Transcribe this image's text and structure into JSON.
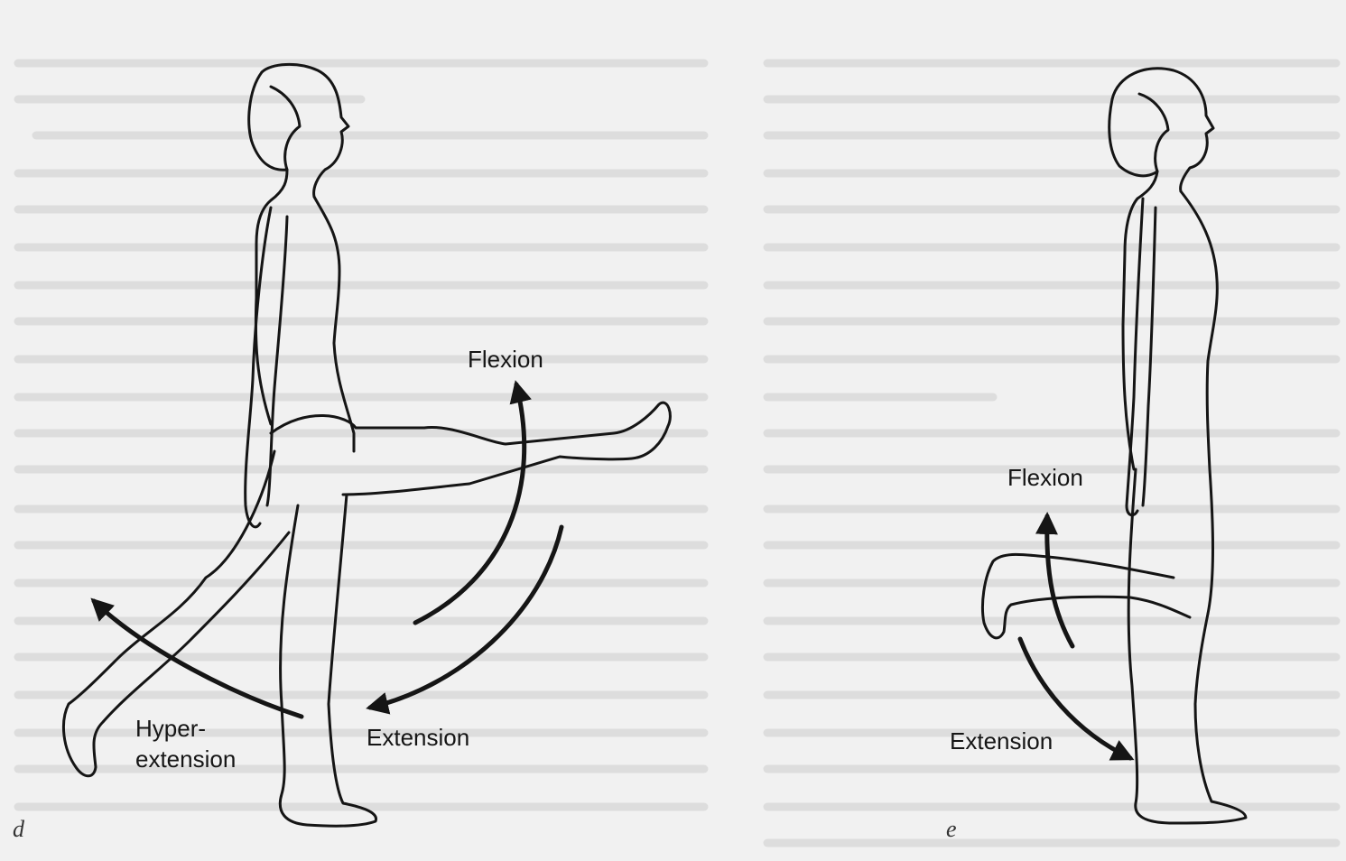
{
  "panels": {
    "d": {
      "letter": "d",
      "labels": {
        "flexion": "Flexion",
        "extension": "Extension",
        "hyper_line1": "Hyper-",
        "hyper_line2": "extension"
      }
    },
    "e": {
      "letter": "e",
      "labels": {
        "flexion": "Flexion",
        "extension": "Extension"
      }
    }
  },
  "colors": {
    "ink": "#151515",
    "paper": "#f1f1f1",
    "bleed_through": "#cfcfcf"
  }
}
